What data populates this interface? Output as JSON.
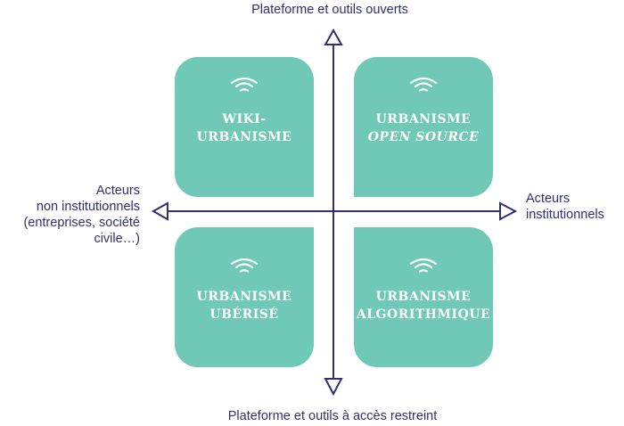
{
  "axes": {
    "top": "Plateforme et outils ouverts",
    "bottom": "Plateforme et outils à accès restreint",
    "left": [
      "Acteurs",
      "non institutionnels",
      "(entreprises, société",
      "civile…)"
    ],
    "right": [
      "Acteurs",
      "institutionnels"
    ]
  },
  "quadrants": [
    {
      "line1": "WIKI-",
      "line2": "URBANISME",
      "icon": "wifi-icon"
    },
    {
      "line1": "URBANISME",
      "line2": "OPEN SOURCE",
      "icon": "wifi-icon"
    },
    {
      "line1": "URBANISME",
      "line2": "UBÉRISÉ",
      "icon": "wifi-icon"
    },
    {
      "line1": "URBANISME",
      "line2": "ALGORITHMIQUE",
      "icon": "wifi-icon"
    }
  ],
  "colors": {
    "box": "#70c8b7",
    "axis": "#2f2f72"
  }
}
